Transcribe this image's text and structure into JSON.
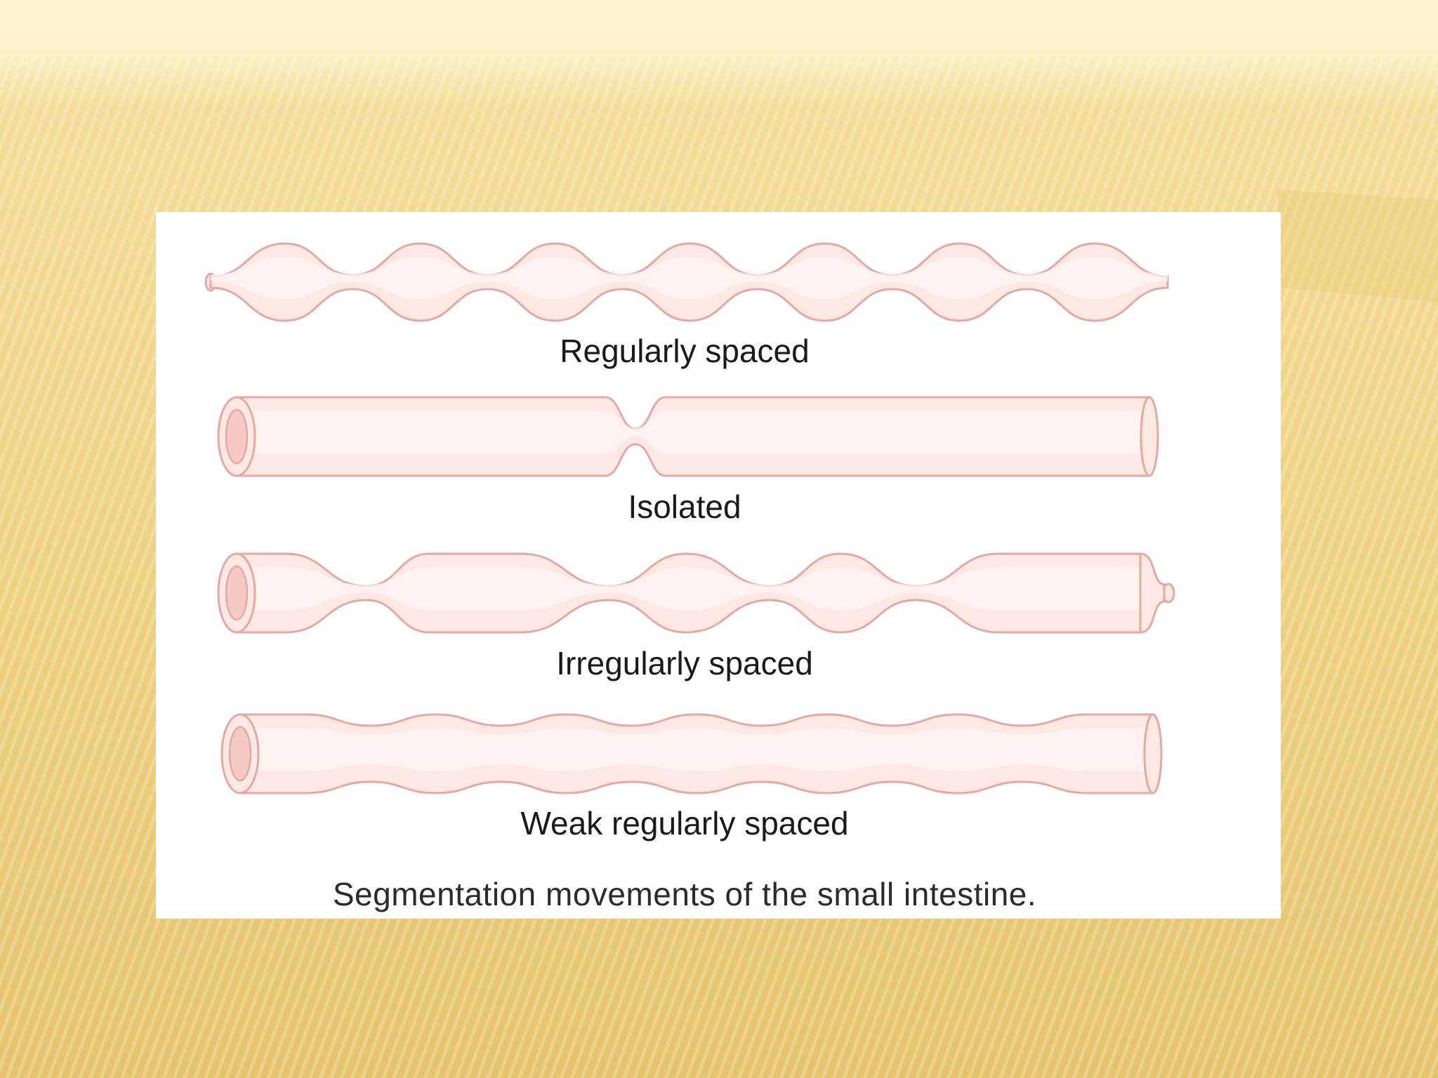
{
  "slide": {
    "background_colors": [
      "#fdf3c9",
      "#f2d98e",
      "#e6c46a"
    ]
  },
  "figure": {
    "tube_fill": "#fde8e4",
    "tube_stroke": "#e4a9a4",
    "tube_highlight": "#fff5f3",
    "lumen_fill": "#f6c9c4",
    "patterns": [
      {
        "id": "regular",
        "label": "Regularly spaced"
      },
      {
        "id": "isolated",
        "label": "Isolated"
      },
      {
        "id": "irregular",
        "label": "Irregularly spaced"
      },
      {
        "id": "weak",
        "label": "Weak regularly spaced"
      }
    ],
    "caption": "Segmentation movements of the small intestine."
  }
}
